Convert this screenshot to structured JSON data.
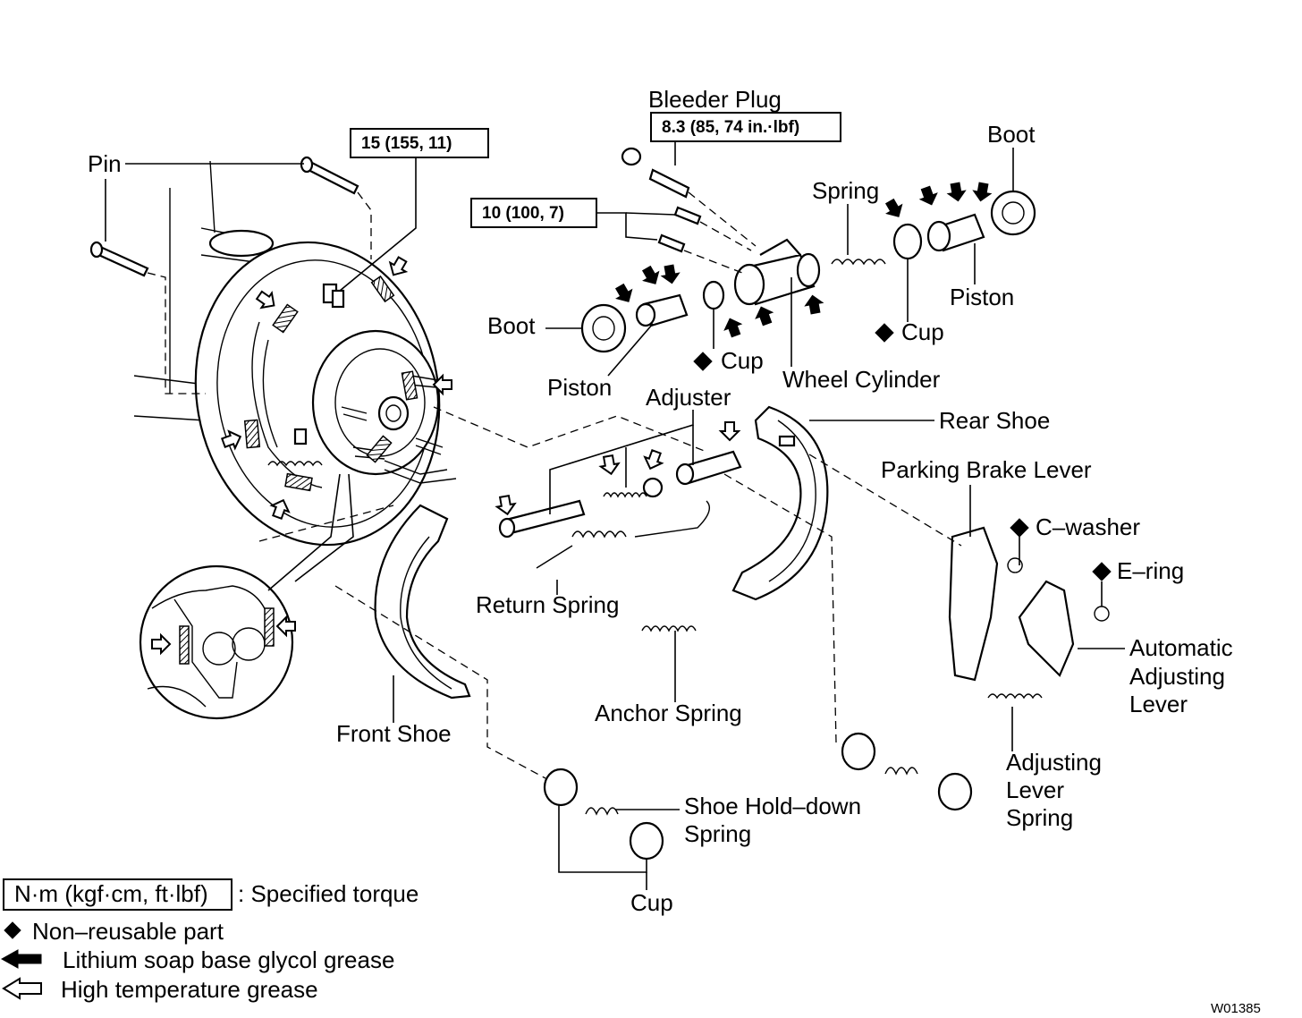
{
  "figure_code": "W01385",
  "torque_boxes": {
    "bleeder": "8.3 (85, 74 in.·lbf)",
    "backing_plate_bolt": "15 (155, 11)",
    "cylinder_bolt": "10 (100, 7)"
  },
  "labels": {
    "pin": "Pin",
    "bleeder_plug": "Bleeder Plug",
    "boot_right": "Boot",
    "spring_upper": "Spring",
    "piston_right": "Piston",
    "cup_right": "Cup",
    "boot_left": "Boot",
    "piston_left": "Piston",
    "cup_left": "Cup",
    "wheel_cylinder": "Wheel Cylinder",
    "adjuster": "Adjuster",
    "rear_shoe": "Rear Shoe",
    "parking_brake_lever": "Parking Brake Lever",
    "c_washer": "C–washer",
    "e_ring": "E–ring",
    "automatic_adjusting_lever": [
      "Automatic",
      "Adjusting",
      "Lever"
    ],
    "return_spring": "Return Spring",
    "anchor_spring": "Anchor Spring",
    "front_shoe": "Front Shoe",
    "adjusting_lever_spring": [
      "Adjusting",
      "Lever",
      "Spring"
    ],
    "shoe_hold_down_spring": [
      "Shoe Hold–down",
      "Spring"
    ],
    "cup_bottom": "Cup"
  },
  "legend": {
    "torque_unit": "N·m (kgf·cm, ft·lbf)",
    "torque_desc": ": Specified torque",
    "non_reusable": "Non–reusable part",
    "lithium": "Lithium soap base glycol grease",
    "high_temp": "High temperature grease"
  },
  "icons": {
    "non_reusable": "filled-diamond-icon",
    "lithium_grease": "solid-arrow-icon",
    "high_temp_grease": "hollow-arrow-icon"
  }
}
